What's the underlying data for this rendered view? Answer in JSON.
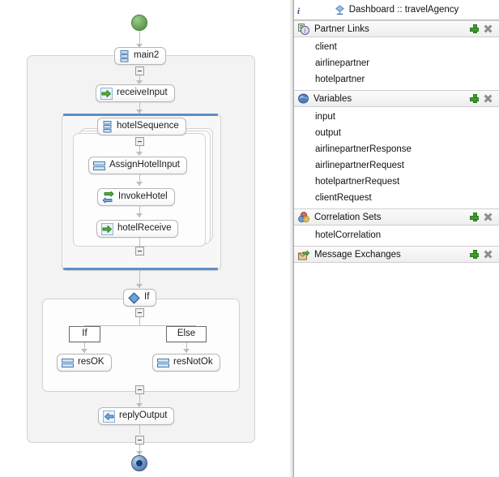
{
  "canvas": {
    "start_node": "start-event",
    "end_node": "end-event",
    "nodes": [
      {
        "id": "main2",
        "label": "main2",
        "icon": "sequence-icon"
      },
      {
        "id": "receiveInput",
        "label": "receiveInput",
        "icon": "receive-icon"
      },
      {
        "id": "hotelSequence",
        "label": "hotelSequence",
        "icon": "sequence-icon"
      },
      {
        "id": "AssignHotelInput",
        "label": "AssignHotelInput",
        "icon": "assign-icon"
      },
      {
        "id": "InvokeHotel",
        "label": "InvokeHotel",
        "icon": "invoke-icon"
      },
      {
        "id": "hotelReceive",
        "label": "hotelReceive",
        "icon": "receive-icon"
      },
      {
        "id": "If",
        "label": "If",
        "icon": "if-icon"
      },
      {
        "id": "IfBranch",
        "label": "If",
        "icon": "none"
      },
      {
        "id": "ElseBranch",
        "label": "Else",
        "icon": "none"
      },
      {
        "id": "resOK",
        "label": "resOK",
        "icon": "assign-icon"
      },
      {
        "id": "resNotOk",
        "label": "resNotOk",
        "icon": "assign-icon"
      },
      {
        "id": "replyOutput",
        "label": "replyOutput",
        "icon": "reply-icon"
      }
    ]
  },
  "panel": {
    "title": "Dashboard :: travelAgency",
    "title_icon": "process-icon",
    "info_glyph": "i",
    "add_label": "+",
    "remove_label": "x",
    "sections": [
      {
        "title": "Partner Links",
        "icon": "partner-links-icon",
        "items": [
          "client",
          "airlinepartner",
          "hotelpartner"
        ]
      },
      {
        "title": "Variables",
        "icon": "variables-icon",
        "items": [
          "input",
          "output",
          "airlinepartnerResponse",
          "airlinepartnerRequest",
          "hotelpartnerRequest",
          "clientRequest"
        ]
      },
      {
        "title": "Correlation Sets",
        "icon": "correlation-sets-icon",
        "items": [
          "hotelCorrelation"
        ]
      },
      {
        "title": "Message Exchanges",
        "icon": "message-exchanges-icon",
        "items": []
      }
    ]
  },
  "colors": {
    "accent_blue": "#5b8fc9",
    "start_green": "#66a254",
    "end_blue": "#16417a",
    "line_gray": "#bdbdbd",
    "scope_bg": "#f3f3f3"
  }
}
